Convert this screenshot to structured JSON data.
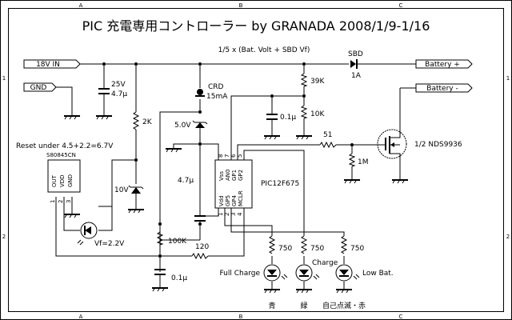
{
  "title": "PIC 充電専用コントローラー by GRANADA 2008/1/9-1/16",
  "border": {
    "columns": [
      "A",
      "B",
      "C"
    ],
    "rows": [
      "1",
      "2"
    ]
  },
  "ports": {
    "vin": "18V IN",
    "gnd": "GND",
    "bat_plus": "Battery +",
    "bat_minus": "Battery -"
  },
  "annotations": {
    "divider_note": "1/5 x (Bat. Volt + SBD Vf)",
    "reset_note": "Reset under 4.5+2.2=6.7V"
  },
  "components": {
    "c_in": {
      "voltage": "25V",
      "value": "4.7μ"
    },
    "r_2k": "2K",
    "crd": {
      "name": "CRD",
      "value": "15mA"
    },
    "zener_5v": "5.0V",
    "zener_10v": "10V",
    "c_4u7": "4.7μ",
    "c_div": "0.1μ",
    "r_39k": "39K",
    "r_10k": "10K",
    "r_51": "51",
    "r_1m": "1M",
    "sbd": {
      "name": "SBD",
      "value": "1A"
    },
    "mosfet": "1/2 NDS9936",
    "reset_ic": {
      "name": "S80845CN",
      "pins": [
        "OUT",
        "VDD",
        "GND"
      ],
      "pin_numbers": [
        "1",
        "2",
        "3"
      ]
    },
    "led_vf": "Vf=2.2V",
    "r_100k": "100K",
    "r_120": "120",
    "c_0u1_bottom": "0.1μ",
    "pic": {
      "name": "PIC12F675",
      "top_pins": [
        "Vss",
        "AN0",
        "GP1",
        "GP2"
      ],
      "top_numbers": [
        "8",
        "7",
        "6",
        "5"
      ],
      "bottom_pins": [
        "Vdd",
        "GP5",
        "GP4",
        "MCLR"
      ],
      "bottom_numbers": [
        "1",
        "2",
        "3",
        "4"
      ]
    },
    "leds": [
      {
        "resistor": "750",
        "label": "Full Charge",
        "color": "青"
      },
      {
        "resistor": "750",
        "label": "Charge",
        "color": "緑"
      },
      {
        "resistor": "750",
        "label": "Low Bat.",
        "color": "自己点滅・赤"
      }
    ]
  }
}
